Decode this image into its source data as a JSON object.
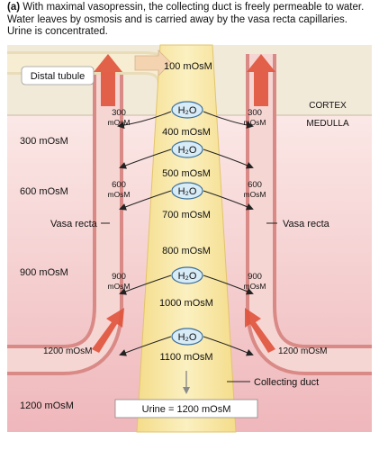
{
  "caption": {
    "tag": "(a)",
    "text": "With maximal vasopressin, the collecting duct is freely permeable to water. Water leaves by osmosis and is carried away by the vasa recta capillaries. Urine is concentrated."
  },
  "labels": {
    "top_osm": "100 mOsM",
    "distal_tubule": "Distal tubule",
    "cortex": "CORTEX",
    "medulla": "MEDULLA",
    "interstitial": [
      "300 mOsM",
      "600 mOsM",
      "900 mOsM",
      "1200 mOsM"
    ],
    "vasa_recta": "Vasa recta",
    "collecting_duct": "Collecting duct",
    "urine": "Urine = 1200 mOsM",
    "bottom_left": "1200 mOsM",
    "duct_levels": [
      "400 mOsM",
      "500 mOsM",
      "700 mOsM",
      "800 mOsM",
      "1000 mOsM",
      "1100 mOsM"
    ],
    "vessel_300_a": "300",
    "vessel_600_a": "600",
    "vessel_900_a": "900",
    "vessel_unit": "mOsM",
    "h2o": "H₂O"
  },
  "colors": {
    "cortex_bg": "#f1ead9",
    "medulla_top": "#fbe6e4",
    "medulla_bottom": "#f1bcc0",
    "duct_fill": "#f7e7a6",
    "vessel_fill": "#f6d3d0",
    "vessel_edge": "#d98a86",
    "arrow_red": "#e0523a",
    "h2o_fill": "#d8ecf8",
    "h2o_edge": "#3a6f9c"
  }
}
